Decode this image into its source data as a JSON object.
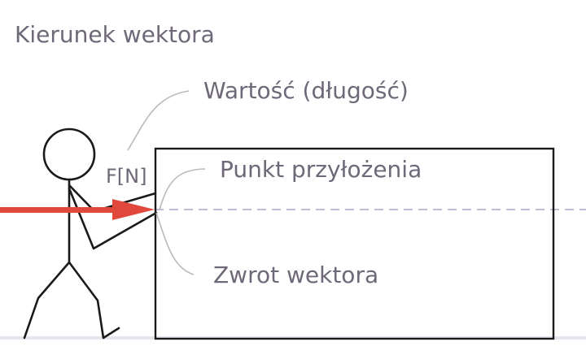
{
  "labels": {
    "direction": "Kierunek wektora",
    "magnitude": "Wartość (długość)",
    "application_point": "Punkt przyłożenia",
    "sense": "Zwrot wektora",
    "force_unit": "F[N]"
  },
  "colors": {
    "vector": "#e0483c",
    "dashed_line": "#a8a6c8",
    "label_text": "#6e6878",
    "leader_lines": "#b9b9bf",
    "outline": "#1a1a1a",
    "ground": "#e6e6ee"
  }
}
